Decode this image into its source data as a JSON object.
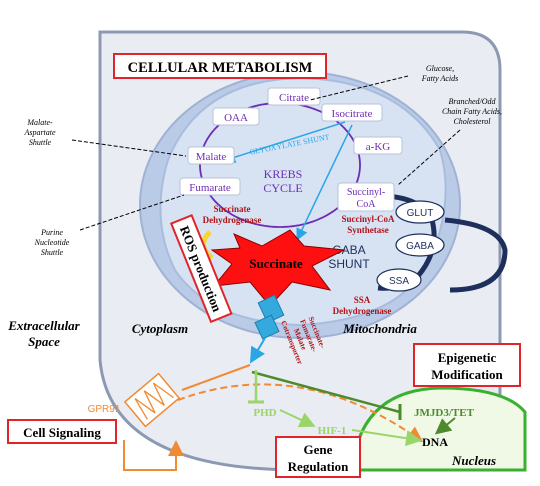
{
  "colors": {
    "cell_fill": "#e9ecf3",
    "cell_stroke": "#8d98b2",
    "mito_fill": "#b9cbe6",
    "mito_inner": "#d7e3f3",
    "enzyme_text": "#b0141b",
    "cycle_text": "#6c2db2",
    "box_red": "#e0242a",
    "gaba_band": "#1e2f5c",
    "nucleus_fill": "#f0f8e6",
    "nucleus_stroke": "#38b12e",
    "gpr_orange": "#f08a33",
    "transporter": "#34a9dd",
    "succinate_fill": "#ff1010"
  },
  "labels": {
    "cellular_metabolism": "CELLULAR METABOLISM",
    "glucose": [
      "Glucose,",
      "Fatty Acids"
    ],
    "branched": [
      "Branched/Odd",
      "Chain Fatty Acids,",
      "Cholesterol"
    ],
    "malate_shuttle": [
      "Malate-",
      "Aspartate",
      "Shuttle"
    ],
    "purine_shuttle": [
      "Purine",
      "Nucleotide",
      "Shuttle"
    ],
    "extracellular": [
      "Extracellular",
      "Space"
    ],
    "cytoplasm": "Cytoplasm",
    "mitochondria": "Mitochondria",
    "nucleus": "Nucleus"
  },
  "cycle": {
    "citrate": "Citrate",
    "oaa": "OAA",
    "isocitrate": "Isocitrate",
    "malate": "Malate",
    "akg": "a-KG",
    "fumarate": "Fumarate",
    "succinyl_coa": [
      "Succinyl-",
      "CoA"
    ],
    "krebs": [
      "KREBS",
      "CYCLE"
    ],
    "glyoxylate": "GLYOXYLATE SHUNT"
  },
  "enzymes": {
    "succinate_dh": [
      "Succinate",
      "Dehydrogenase"
    ],
    "succinyl_synth": [
      "Succinyl-CoA",
      "Synthetase"
    ],
    "ssa_dh": [
      "SSA",
      "Dehydrogenase"
    ]
  },
  "gaba": {
    "glut": "GLUT",
    "gaba": "GABA",
    "ssa": "SSA",
    "shunt": [
      "GABA",
      "SHUNT"
    ]
  },
  "center": {
    "succinate": "Succinate",
    "ros": "ROS production",
    "transporter": [
      "Succinate-",
      "Fumarate-",
      "Malate",
      "Cotransporter"
    ]
  },
  "signaling": {
    "gpr91": "GPR91",
    "cell_signaling": "Cell Signaling",
    "epigenetic": [
      "Epigenetic",
      "Modification"
    ],
    "jmjd3": "JMJD3/TET",
    "phd": "PHD",
    "hif": "HIF-1",
    "dna": "DNA",
    "gene_regulation": [
      "Gene",
      "Regulation"
    ]
  }
}
